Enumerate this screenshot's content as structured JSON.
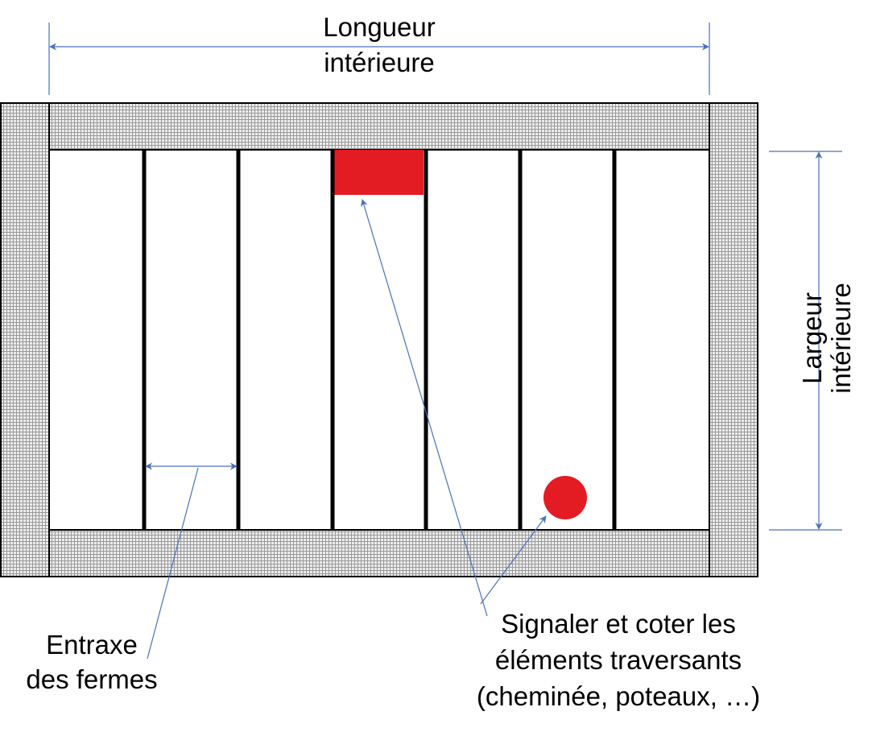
{
  "labels": {
    "length_line1": "Longueur",
    "length_line2": "intérieure",
    "width_line1": "Largeur",
    "width_line2": "intérieure",
    "spacing_line1": "Entraxe",
    "spacing_line2": "des fermes",
    "note_line1": "Signaler et coter les",
    "note_line2": "éléments traversants",
    "note_line3": "(cheminée, poteaux, …)"
  },
  "colors": {
    "wall_fill": "#d9d9d9",
    "wall_hatch": "#a6a6a6",
    "truss": "#000000",
    "obstacle": "#e31b23",
    "dimension": "#4a72b8"
  },
  "truss_count": 6
}
